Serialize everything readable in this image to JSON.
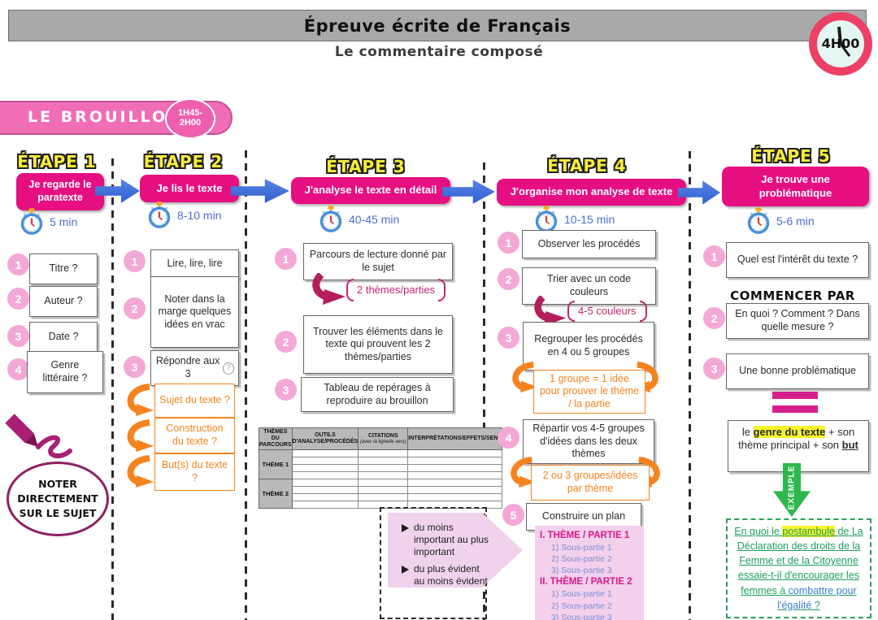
{
  "header": {
    "title": "Épreuve écrite de Français",
    "subtitle": "Le commentaire composé",
    "total_time": "4H00"
  },
  "brouillon": {
    "label": "LE BROUILLON",
    "duration": "1H45- 2H00"
  },
  "numbers": [
    "1",
    "2",
    "3",
    "4",
    "5"
  ],
  "steps": [
    {
      "etape": "ÉTAPE 1",
      "title": "Je regarde le paratexte",
      "time": "5 min",
      "items": [
        "Titre ?",
        "Auteur ?",
        "Date ?",
        "Genre littéraire ?"
      ],
      "note": "NOTER DIRECTEMENT SUR LE SUJET"
    },
    {
      "etape": "ÉTAPE 2",
      "title": "Je lis le texte",
      "time": "8-10 min",
      "items": [
        "Lire, lire, lire",
        "Noter dans la marge quelques idées en vrac",
        "Répondre aux 3"
      ],
      "q_icon": "?",
      "questions": [
        "Sujet du texte ?",
        "Construction du texte ?",
        "But(s) du texte ?"
      ]
    },
    {
      "etape": "ÉTAPE 3",
      "title": "J'analyse le texte en détail",
      "time": "40-45 min",
      "items": [
        "Parcours de lecture donné par le sujet",
        "Trouver les éléments dans le texte qui prouvent les 2 thèmes/parties",
        "Tableau de repérages à reproduire au brouillon"
      ],
      "callout": "2 thèmes/parties",
      "table": {
        "headers": [
          {
            "title": "THÈMES DU PARCOURS"
          },
          {
            "title": "OUTILS D'ANALYSE/PROCÉDÉS"
          },
          {
            "title": "CITATIONS",
            "sub": "(avec la ligne/le vers)"
          },
          {
            "title": "INTERPRÉTATIONS/EFFETS/SENS"
          }
        ],
        "row_labels": [
          "THÈME 1",
          "THÈME 2"
        ]
      },
      "order_note": {
        "bullets": [
          "du moins important au plus important",
          "du plus évident au moins évident"
        ]
      }
    },
    {
      "etape": "ÉTAPE 4",
      "title": "J'organise mon analyse de texte",
      "time": "10-15 min",
      "items": [
        "Observer les procédés",
        "Trier avec un code couleurs",
        "Regrouper les procédés en 4 ou 5 groupes",
        "Répartir vos 4-5 groupes d'idées dans les deux thèmes",
        "Construire un plan"
      ],
      "callout": "4-5 couleurs",
      "tips": [
        "1 groupe = 1 idée pour prouver le thème / la partie",
        "2 ou 3 groupes/idées par thème"
      ],
      "plan": {
        "sections": [
          {
            "title": "I.  THÈME / PARTIE 1",
            "subs": [
              "1)  Sous-partie 1",
              "2)  Sous-partie 2",
              "3)  Sous-partie 3"
            ]
          },
          {
            "title": "II. THÈME / PARTIE 2",
            "subs": [
              "1)  Sous-partie 1",
              "2)  Sous-partie 2",
              "3)  Sous-partie 3"
            ]
          }
        ]
      }
    },
    {
      "etape": "ÉTAPE 5",
      "title": "Je trouve une problématique",
      "time": "5-6 min",
      "items": [
        "Quel est l'intérêt du texte ?",
        "En quoi ? Comment ? Dans quelle mesure ?",
        "Une bonne problématique"
      ],
      "commencer_par": "COMMENCER PAR",
      "formula": {
        "part1": "le ",
        "highlight": "genre du texte",
        "part2": " + son thème principal + son ",
        "part3": "but"
      },
      "exemple_label": "EXEMPLE",
      "example": {
        "part1": "En quoi le ",
        "highlight": "postambule",
        "part2": " de La Déclaration des droits de la Femme et de la Citoyenne essaie-t-il d'encourager les femmes à ",
        "part3": "combattre pour l'égalité",
        "part4": " ?"
      }
    }
  ],
  "colors": {
    "magenta": "#e50f82",
    "pink_circle": "#f3a8d6",
    "blue_arrow": "#3f6cdb",
    "orange": "#f5831f",
    "crimson": "#b31e5b",
    "green": "#2db84d",
    "yellow_etape": "#f7ee3c"
  }
}
